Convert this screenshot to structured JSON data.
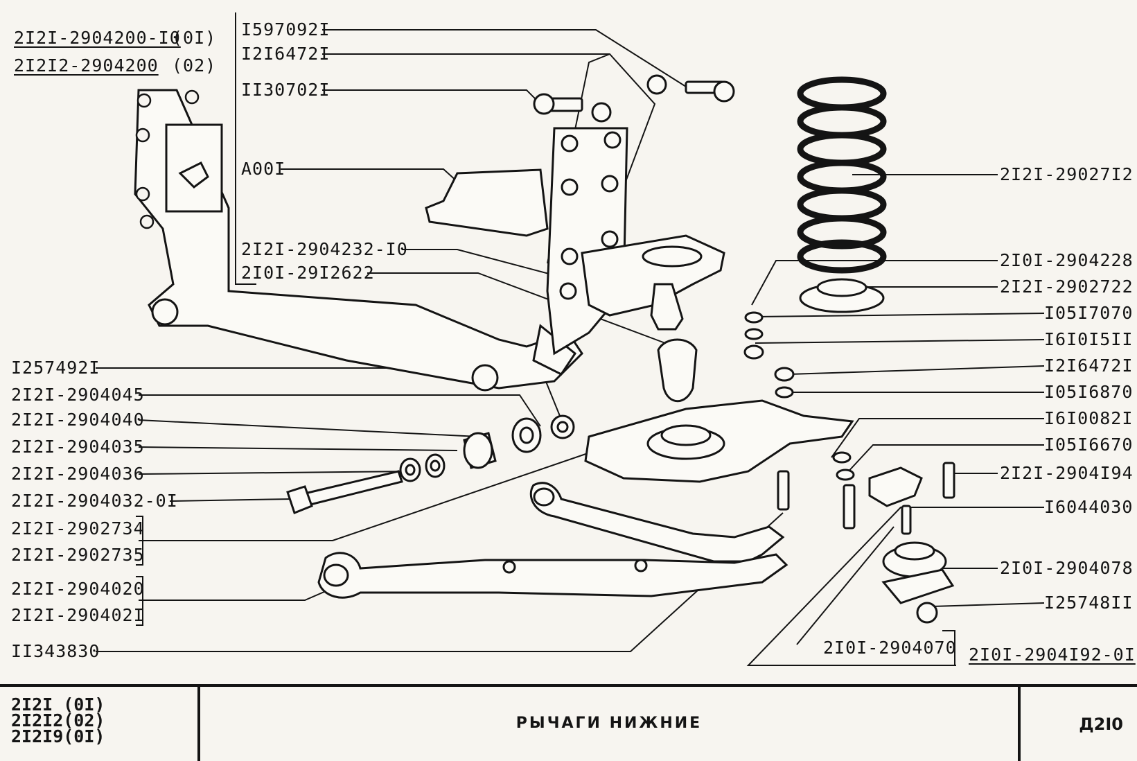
{
  "header": {
    "assembly_code_1": "2I2I-2904200-I0",
    "assembly_var_1": "(0I)",
    "assembly_code_2": "2I2I2-2904200",
    "assembly_var_2": "(02)"
  },
  "callouts_top": [
    "I597092I",
    "I2I6472I",
    "II30702I",
    "A00I",
    "2I2I-2904232-I0",
    "2I0I-29I2622"
  ],
  "callouts_right": [
    "2I2I-29027I2",
    "2I0I-2904228",
    "2I2I-2902722",
    "I05I7070",
    "I6I0I5II",
    "I2I6472I",
    "I05I6870",
    "I6I0082I",
    "I05I6670",
    "2I2I-2904I94",
    "I6044030",
    "2I0I-2904078",
    "I25748II"
  ],
  "callouts_left": [
    "I257492I",
    "2I2I-2904045",
    "2I2I-2904040",
    "2I2I-2904035",
    "2I2I-2904036",
    "2I2I-2904032-0I",
    "2I2I-2902734",
    "2I2I-2902735",
    "2I2I-2904020",
    "2I2I-290402I",
    "II343830"
  ],
  "callouts_bottom": {
    "ball_joint_body": "2I0I-2904070",
    "ball_joint_assembly": "2I0I-2904I92-0I"
  },
  "title_block": {
    "models": [
      "2I2I (0I)",
      "2I2I2(02)",
      "2I2I9(0I)"
    ],
    "title": "РЫЧАГИ НИЖНИЕ",
    "sheet_code": "Д2I0"
  }
}
